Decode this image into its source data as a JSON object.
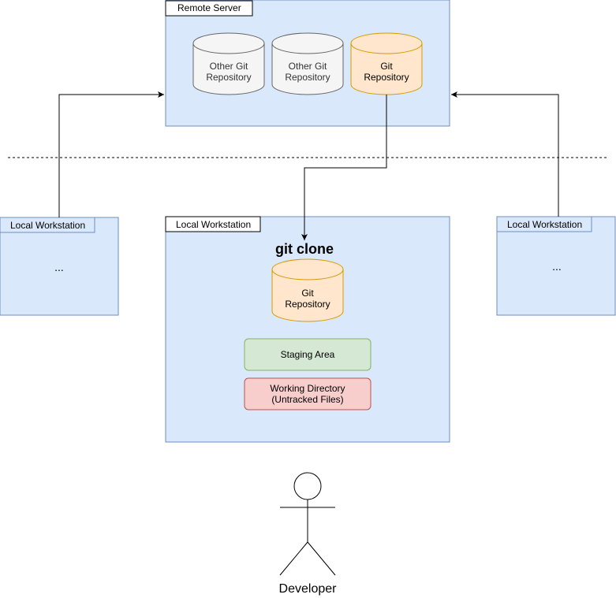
{
  "remote_server": {
    "title": "Remote Server",
    "repos": [
      {
        "line1": "Other Git",
        "line2": "Repository"
      },
      {
        "line1": "Other Git",
        "line2": "Repository"
      },
      {
        "line1": "Git",
        "line2": "Repository"
      }
    ]
  },
  "left_workstation": {
    "title": "Local Workstation",
    "content": "..."
  },
  "center_workstation": {
    "title": "Local Workstation",
    "action": "git clone",
    "repo": {
      "line1": "Git",
      "line2": "Repository"
    },
    "staging": "Staging Area",
    "working_line1": "Working Directory",
    "working_line2": "(Untracked Files)"
  },
  "right_workstation": {
    "title": "Local Workstation",
    "content": "..."
  },
  "developer": {
    "label": "Developer"
  },
  "colors": {
    "panel_fill": "#dae8fc",
    "panel_stroke": "#6c8ebf",
    "gray_fill": "#f5f5f5",
    "gray_stroke": "#666666",
    "orange_fill": "#ffe6cc",
    "orange_stroke": "#d79b00",
    "green_fill": "#d5e8d4",
    "green_stroke": "#82b366",
    "red_fill": "#f8cecc",
    "red_stroke": "#b85450"
  }
}
